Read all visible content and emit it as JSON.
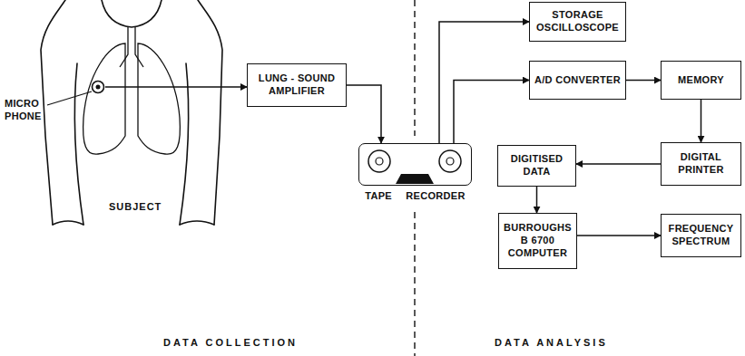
{
  "diagram": {
    "nodes": [
      {
        "text": [
          "MICRO PHONE"
        ]
      },
      {
        "text": [
          "LUNG - SOUND AMPLIFIER"
        ]
      },
      {
        "text": [
          "TAPE RECORDER"
        ]
      },
      {
        "text": [
          "STORAGE OSCILLOSCOPE"
        ]
      },
      {
        "text": [
          "A/D CONVERTER"
        ]
      },
      {
        "text": [
          "MEMORY"
        ]
      },
      {
        "text": [
          "DIGITISED DATA"
        ]
      },
      {
        "text": [
          "DIGITAL PRINTER"
        ]
      },
      {
        "text": [
          "BURROUGHS B 6700 COMPUTER"
        ]
      },
      {
        "text": [
          "FREQUENCY SPECTRUM"
        ]
      }
    ],
    "edges": [
      {
        "from": 0,
        "to": 1,
        "arrow": "to"
      },
      {
        "from": 1,
        "to": 2,
        "arrow": "to"
      },
      {
        "from": 2,
        "to": 3,
        "arrow": "to"
      },
      {
        "from": 2,
        "to": 4,
        "arrow": "to"
      },
      {
        "from": 4,
        "to": 5,
        "arrow": "to"
      },
      {
        "from": 5,
        "to": 7,
        "arrow": "to"
      },
      {
        "from": 7,
        "to": 6,
        "arrow": "to"
      },
      {
        "from": 6,
        "to": 8,
        "arrow": "to"
      },
      {
        "from": 8,
        "to": 9,
        "arrow": "to"
      }
    ],
    "labels": [
      "SUBJECT",
      "DATA COLLECTION",
      "DATA ANALYSIS"
    ]
  }
}
